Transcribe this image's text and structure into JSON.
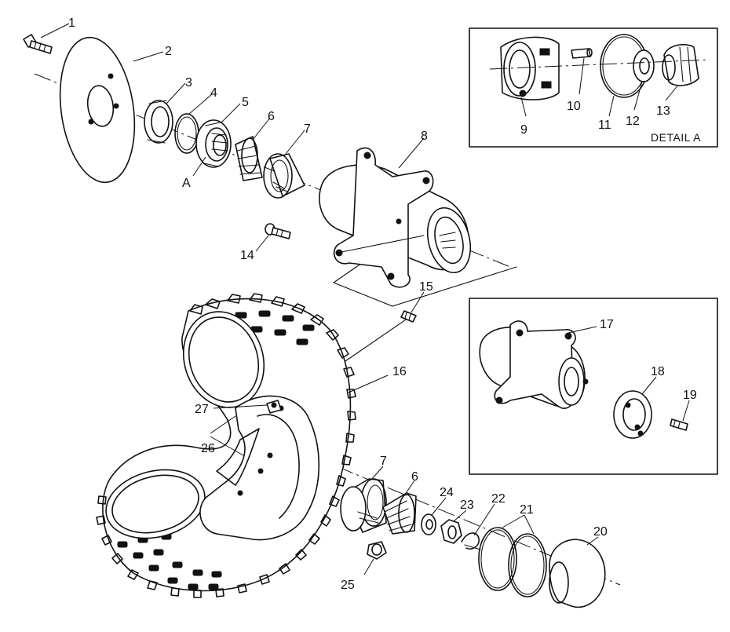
{
  "detail_label": "DETAIL A",
  "view_marker": "A",
  "callouts": {
    "c1": "1",
    "c2": "2",
    "c3": "3",
    "c4": "4",
    "c5": "5",
    "c6a": "6",
    "c7a": "7",
    "c8": "8",
    "c9": "9",
    "c10": "10",
    "c11": "11",
    "c12": "12",
    "c13": "13",
    "c14": "14",
    "c15": "15",
    "c16": "16",
    "c17": "17",
    "c18": "18",
    "c19": "19",
    "c20": "20",
    "c21": "21",
    "c22": "22",
    "c23": "23",
    "c24": "24",
    "c25": "25",
    "c26": "26",
    "c27": "27",
    "c6b": "6",
    "c7b": "7"
  }
}
